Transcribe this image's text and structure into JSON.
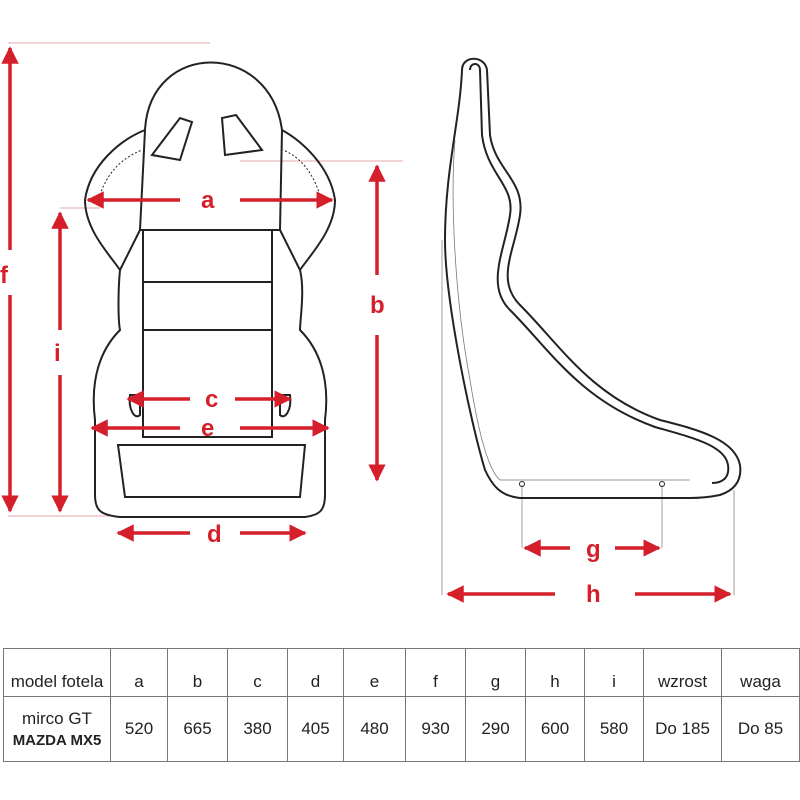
{
  "colors": {
    "accent": "#d51f2b",
    "outline": "#222222"
  },
  "diagram": {
    "labels": {
      "a": "a",
      "b": "b",
      "c": "c",
      "d": "d",
      "e": "e",
      "f": "f",
      "g": "g",
      "h": "h",
      "i": "i"
    }
  },
  "table": {
    "headers": [
      "model fotela",
      "a",
      "b",
      "c",
      "d",
      "e",
      "f",
      "g",
      "h",
      "i",
      "wzrost",
      "waga"
    ],
    "row": {
      "model_line1": "mirco GT",
      "model_line2": "MAZDA MX5",
      "values": [
        "520",
        "665",
        "380",
        "405",
        "480",
        "930",
        "290",
        "600",
        "580",
        "Do 185",
        "Do 85"
      ]
    }
  }
}
